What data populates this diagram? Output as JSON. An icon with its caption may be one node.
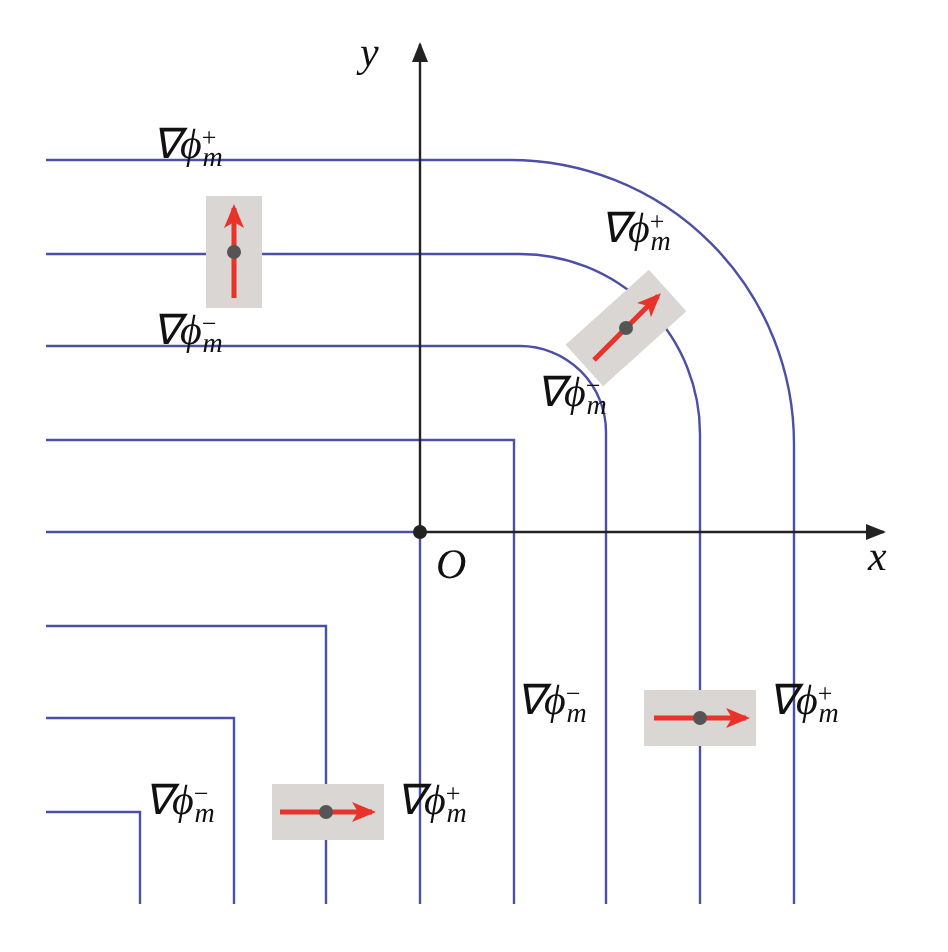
{
  "diagram": {
    "labels": [
      "y",
      "∇*ϕ*$^{+}$$_{m}$",
      "∇*ϕ*$^{+}$$_{m}$",
      "∇*ϕ*$^{−}$$_{m}$",
      "∇*ϕ*$^{−}$$_{m}$",
      "O",
      "x",
      "∇*ϕ*$^{−}$$_{m}$",
      "∇*ϕ*$^{+}$$_{m}$",
      "∇*ϕ*$^{−}$$_{m}$",
      "∇*ϕ*$^{+}$$_{m}$"
    ]
  }
}
